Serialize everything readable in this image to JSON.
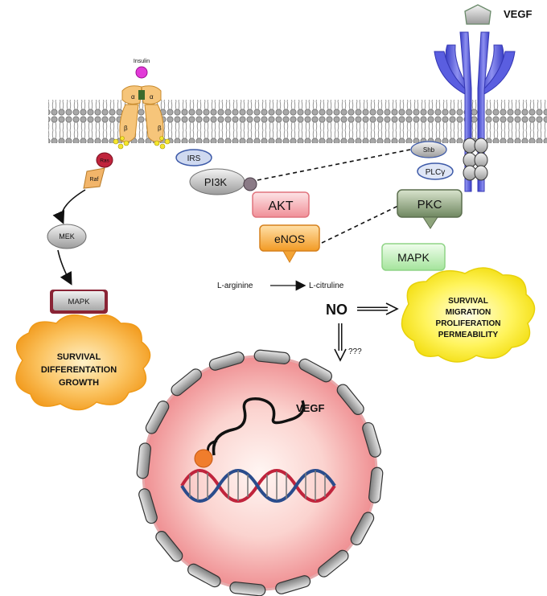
{
  "labels": {
    "vegf_top": "VEGF",
    "insulin": "Insulin",
    "alpha": "α",
    "beta": "β",
    "ras": "Ras",
    "raf": "Raf",
    "irs": "IRS",
    "pi3k": "PI3K",
    "akt": "AKT",
    "enos": "eNOS",
    "shb": "Shb",
    "plc": "PLCγ",
    "pkc": "PKC",
    "mapk_right": "MAPK",
    "mek": "MEK",
    "mapk_left": "MAPK",
    "l_arginine": "L-arginine",
    "l_citruline": "L-citruline",
    "no": "NO",
    "question": "???",
    "vegf_nucleus": "VEGF"
  },
  "clouds": {
    "left": [
      "SURVIVAL",
      "DIFFERENTATION",
      "GROWTH"
    ],
    "right": [
      "SURVIVAL",
      "MIGRATION",
      "PROLIFERATION",
      "PERMEABILITY"
    ]
  },
  "colors": {
    "membrane": "#9a9a9a",
    "vegfr": "#5b5fd6",
    "akt": "#f3a0a6",
    "enos": "#f3a436",
    "pkc": "#7a8f6a",
    "mapk_right": "#b5eab0",
    "mapk_left": "#8a2435",
    "cloud_left": "#f6a02a",
    "cloud_right": "#fff04a",
    "nucleus": "#f7b4b4",
    "insulin": "#e02ad8",
    "ras": "#c0243c"
  }
}
